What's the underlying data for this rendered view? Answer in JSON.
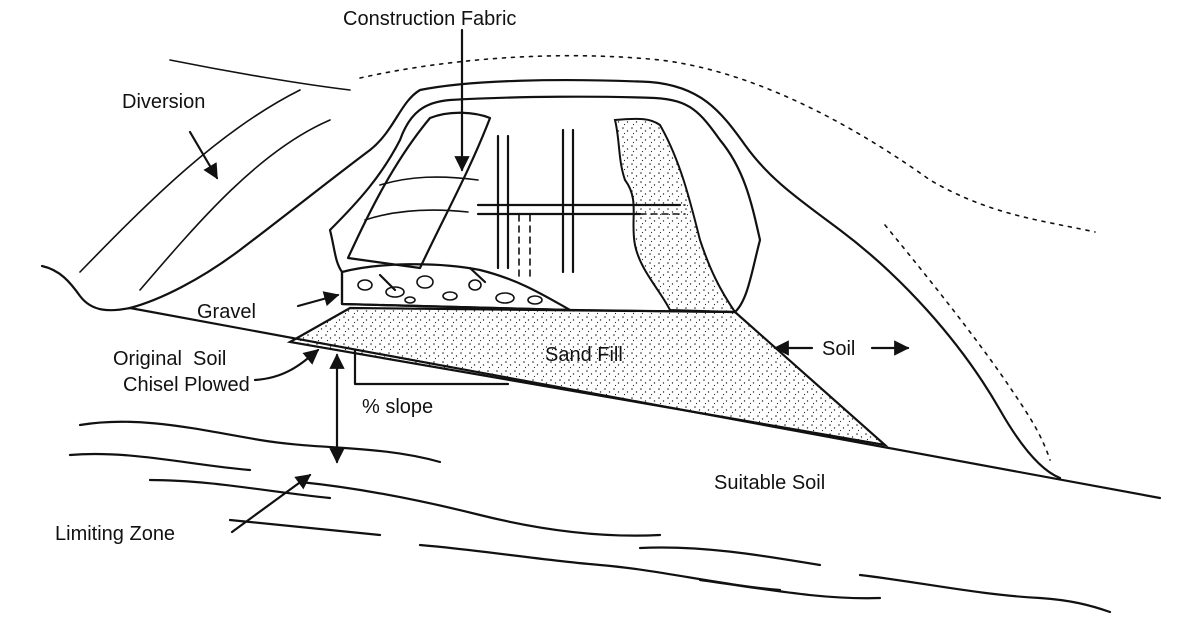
{
  "diagram": {
    "labels": {
      "construction_fabric": "Construction Fabric",
      "diversion": "Diversion",
      "gravel": "Gravel",
      "original_soil": "Original  Soil",
      "chisel_plowed": "Chisel Plowed",
      "sand_fill": "Sand Fill",
      "percent_slope": "% slope",
      "soil": "Soil",
      "suitable_soil": "Suitable Soil",
      "limiting_zone": "Limiting Zone"
    },
    "colors": {
      "ink": "#111111",
      "background": "#ffffff"
    }
  }
}
